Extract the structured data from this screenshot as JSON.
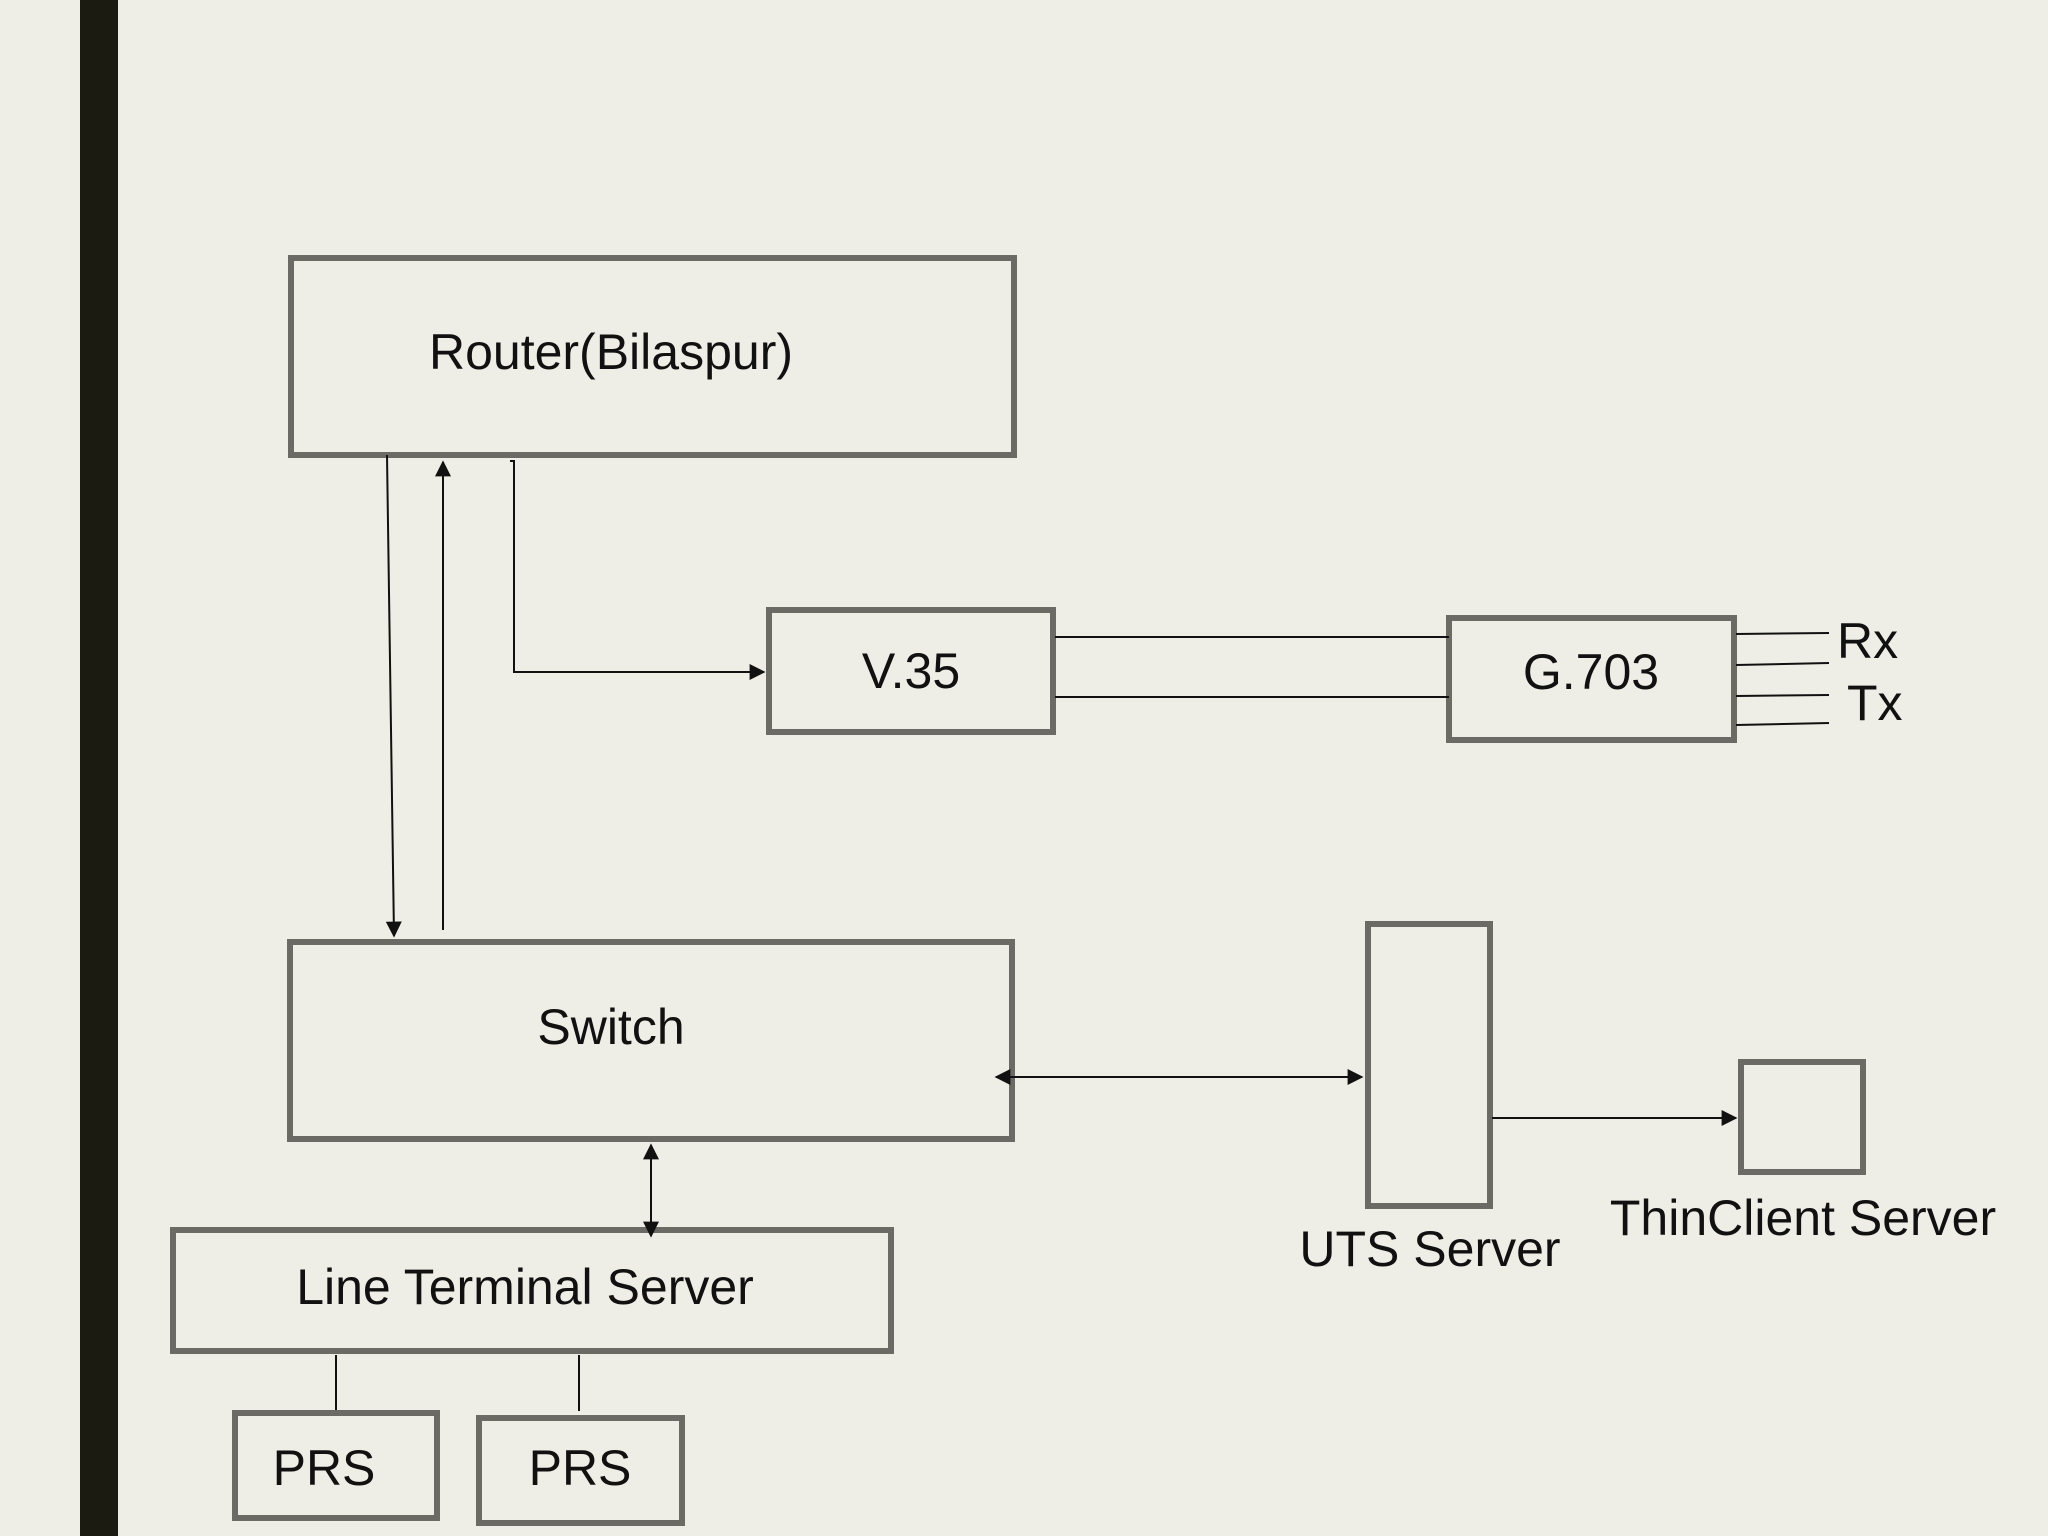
{
  "nodes": {
    "router": "Router(Bilaspur)",
    "v35": "V.35",
    "g703": "G.703",
    "rx": "Rx",
    "tx": "Tx",
    "switch": "Switch",
    "uts_server": "UTS Server",
    "thinclient_server": "ThinClient Server",
    "line_terminal_server": "Line Terminal Server",
    "prs_1": "PRS",
    "prs_2": "PRS"
  },
  "colors": {
    "background": "#eeede6",
    "left_bar": "#1c1b12",
    "box_border": "#6b6a65",
    "line": "#111111",
    "text": "#111111"
  }
}
